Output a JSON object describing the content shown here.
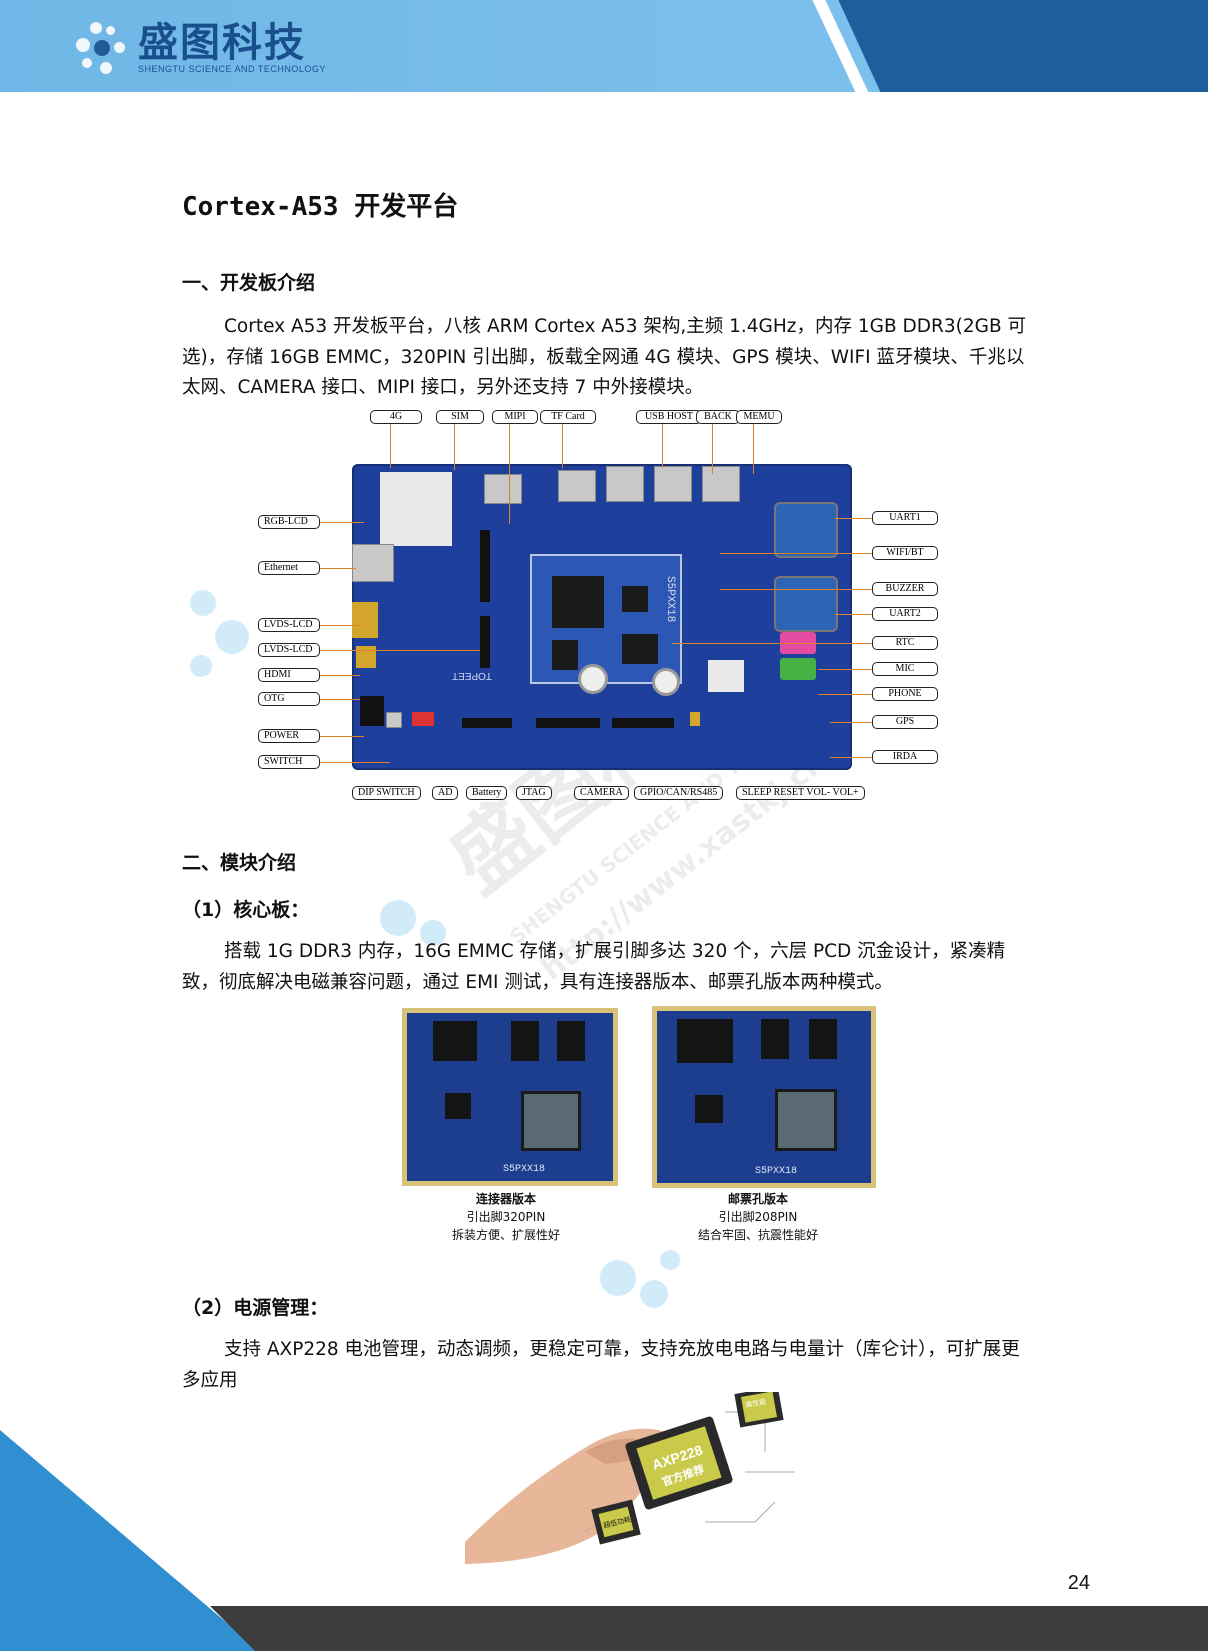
{
  "header": {
    "logo_cn": "盛图科技",
    "logo_en": "SHENGTU SCIENCE AND TECHNOLOGY"
  },
  "title_latin": "Cortex-A53",
  "title_cn": "开发平台",
  "section1": {
    "heading": "一、开发板介绍",
    "paragraph": "Cortex A53 开发板平台，八核 ARM Cortex A53 架构,主频 1.4GHz，内存 1GB DDR3(2GB 可选)，存储 16GB EMMC，320PIN 引出脚，板载全网通 4G 模块、GPS 模块、WIFI 蓝牙模块、千兆以太网、CAMERA 接口、MIPI 接口，另外还支持 7 中外接模块。"
  },
  "board": {
    "som_label": "S5PXX18",
    "brand": "TOPEET",
    "top_labels": [
      "4G",
      "SIM",
      "MIPI",
      "TF Card",
      "USB HOST",
      "BACK",
      "MEMU"
    ],
    "left_labels": [
      "RGB-LCD",
      "Ethernet",
      "LVDS-LCD",
      "LVDS-LCD",
      "HDMI",
      "OTG",
      "POWER",
      "SWITCH"
    ],
    "right_labels": [
      "UART1",
      "WIFI/BT",
      "BUZZER",
      "UART2",
      "RTC",
      "MIC",
      "PHONE",
      "GPS",
      "IRDA"
    ],
    "bottom_labels": [
      "DIP SWITCH",
      "AD",
      "Battery",
      "JTAG",
      "CAMERA",
      "GPIO/CAN/RS485",
      "SLEEP RESET VOL- VOL+"
    ]
  },
  "section2": {
    "heading": "二、模块介绍",
    "sub1": {
      "heading": "（1）核心板：",
      "paragraph": "搭载 1G DDR3 内存，16G EMMC 存储，扩展引脚多达 320 个，六层 PCD 沉金设计，紧凑精致，彻底解决电磁兼容问题，通过 EMI 测试，具有连接器版本、邮票孔版本两种模式。"
    },
    "core_left": {
      "chip_label": "S5PXX18",
      "caption_title": "连接器版本",
      "caption_line1": "引出脚320PIN",
      "caption_line2": "拆装方便、扩展性好"
    },
    "core_right": {
      "chip_label": "S5PXX18",
      "caption_title": "邮票孔版本",
      "caption_line1": "引出脚208PIN",
      "caption_line2": "结合牢固、抗震性能好"
    },
    "sub2": {
      "heading": "（2）电源管理：",
      "paragraph": "支持 AXP228 电池管理，动态调频，更稳定可靠，支持充放电电路与电量计（库仑计），可扩展更多应用"
    },
    "chip_image": {
      "main_label_1": "AXP228",
      "main_label_2": "官方推荐",
      "small_label_1": "高性能",
      "small_label_2": "超低功耗"
    }
  },
  "watermark": {
    "cn": "盛图科技",
    "en": "SHENGTU SCIENCE AND TECHNOLOGY",
    "url": "http://www.xastkj.cn"
  },
  "page_number": "24"
}
